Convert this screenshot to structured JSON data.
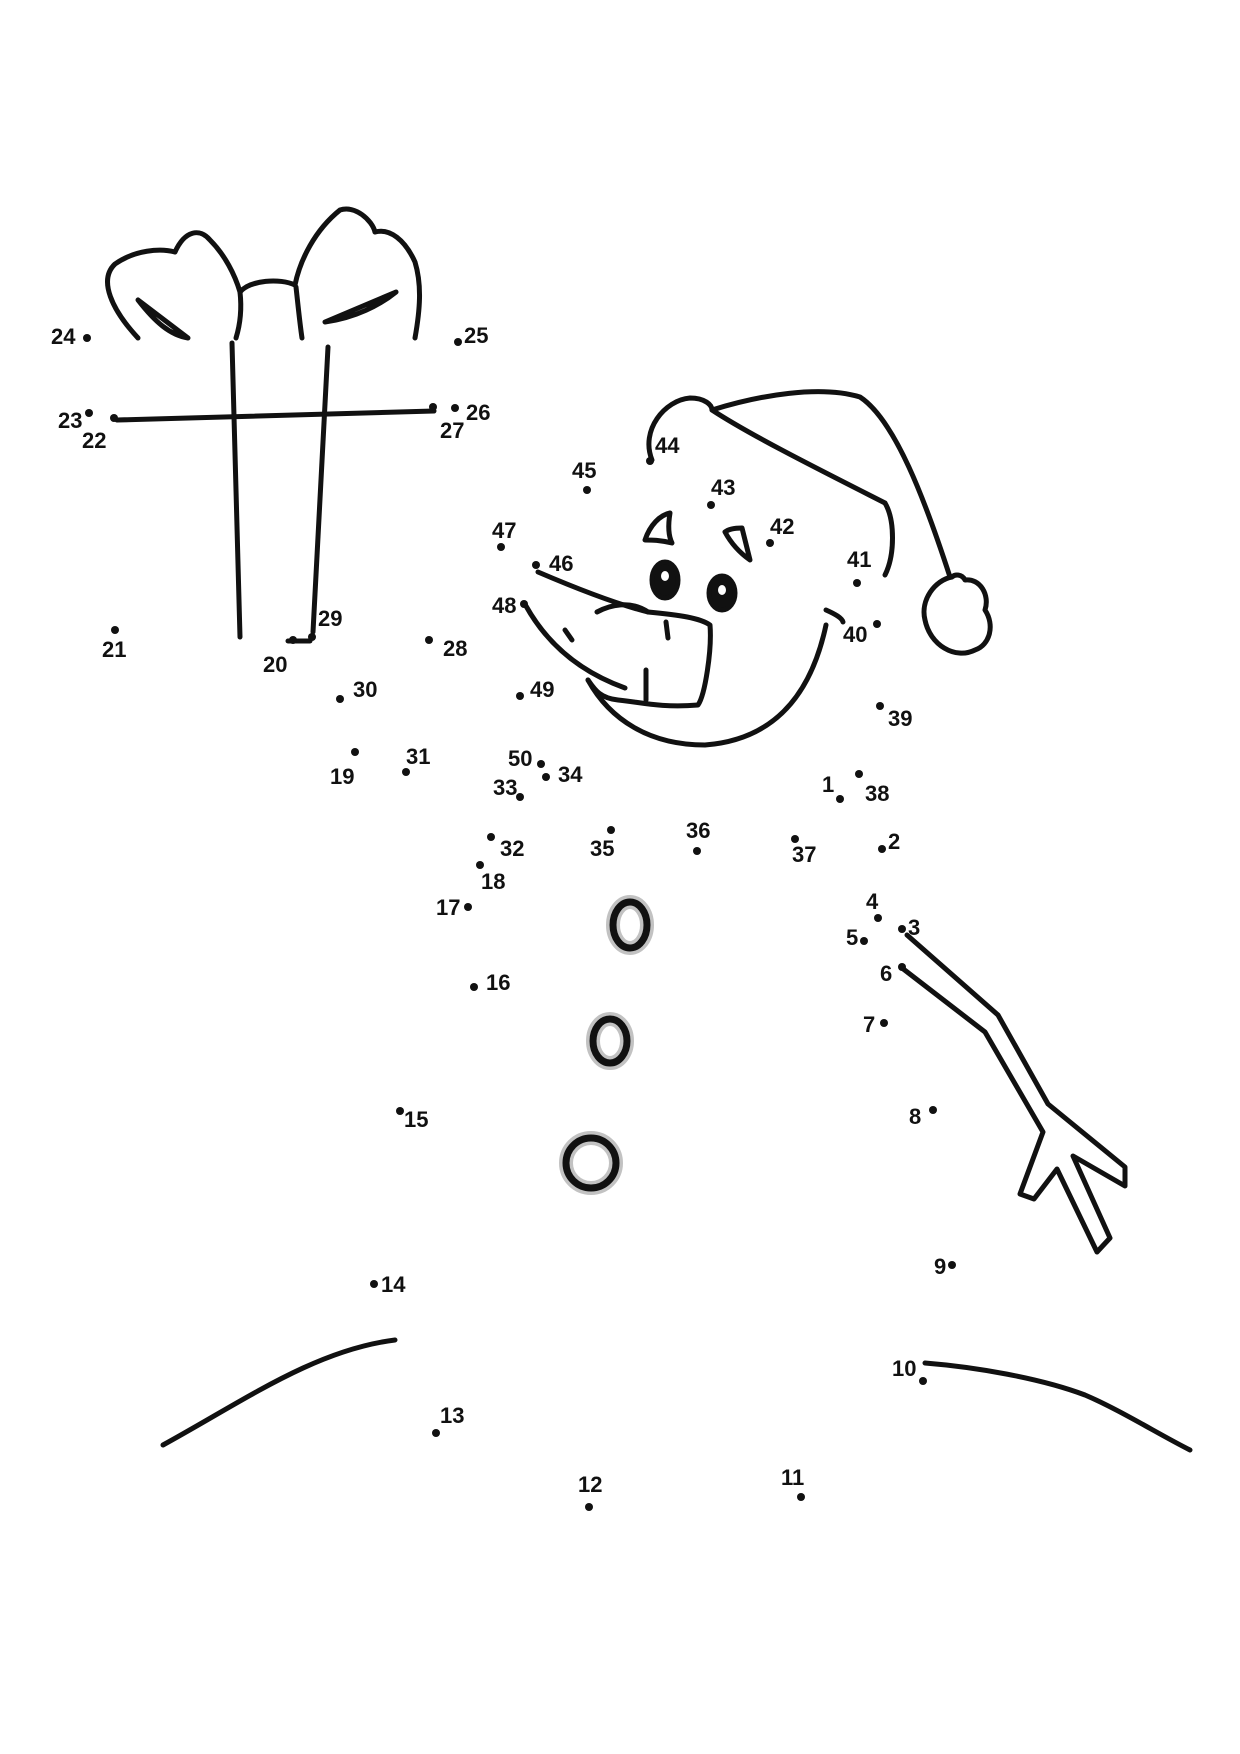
{
  "worksheet": {
    "subject": "snowman",
    "ink_color": "#111111",
    "paper_color": "#ffffff"
  },
  "dots": [
    {
      "n": "1"
    },
    {
      "n": "2"
    },
    {
      "n": "3"
    },
    {
      "n": "4"
    },
    {
      "n": "5"
    },
    {
      "n": "6"
    },
    {
      "n": "7"
    },
    {
      "n": "8"
    },
    {
      "n": "9"
    },
    {
      "n": "10"
    },
    {
      "n": "11"
    },
    {
      "n": "12"
    },
    {
      "n": "13"
    },
    {
      "n": "14"
    },
    {
      "n": "15"
    },
    {
      "n": "16"
    },
    {
      "n": "17"
    },
    {
      "n": "18"
    },
    {
      "n": "19"
    },
    {
      "n": "20"
    },
    {
      "n": "21"
    },
    {
      "n": "22"
    },
    {
      "n": "23"
    },
    {
      "n": "24"
    },
    {
      "n": "25"
    },
    {
      "n": "26"
    },
    {
      "n": "27"
    },
    {
      "n": "28"
    },
    {
      "n": "29"
    },
    {
      "n": "30"
    },
    {
      "n": "31"
    },
    {
      "n": "32"
    },
    {
      "n": "33"
    },
    {
      "n": "34"
    },
    {
      "n": "35"
    },
    {
      "n": "36"
    },
    {
      "n": "37"
    },
    {
      "n": "38"
    },
    {
      "n": "39"
    },
    {
      "n": "40"
    },
    {
      "n": "41"
    },
    {
      "n": "42"
    },
    {
      "n": "43"
    },
    {
      "n": "44"
    },
    {
      "n": "45"
    },
    {
      "n": "46"
    },
    {
      "n": "47"
    },
    {
      "n": "48"
    },
    {
      "n": "49"
    },
    {
      "n": "50"
    }
  ]
}
